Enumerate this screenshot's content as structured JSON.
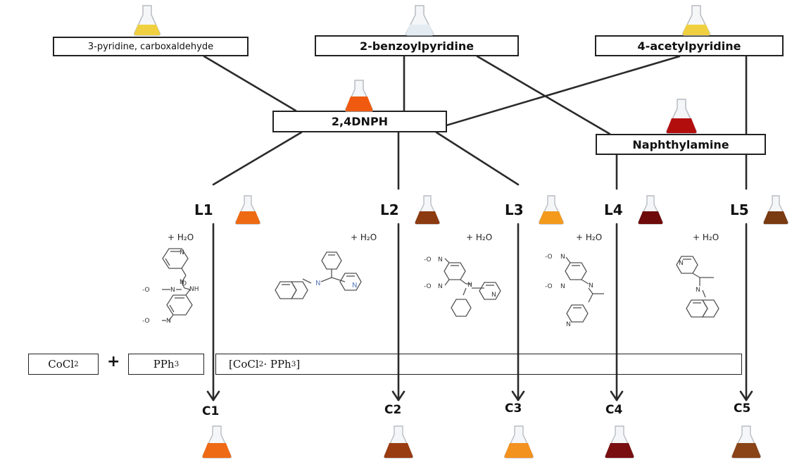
{
  "colors": {
    "line": "#2a2a2a",
    "yellow": "#f0d040",
    "clear": "#e4ecf2",
    "orange_red": "#f05a10",
    "dark_red": "#b30e0e",
    "L1_orange": "#ee6a12",
    "L2_brown": "#8c3a10",
    "L3_orange": "#f39a1c",
    "L4_maroon": "#6e0a0a",
    "L5_brown": "#7a3a12",
    "C1_orange": "#ef6a14",
    "C2_brown": "#9a3c12",
    "C3_orange": "#f3921e",
    "C4_maroon": "#7a0f12",
    "C5_brown": "#8a4418"
  },
  "reagents": {
    "r1": "3-pyridine, carboxaldehyde",
    "r2": "2-benzoylpyridine",
    "r3": "4-acetylpyridine",
    "dnph": "2,4DNPH",
    "naph": "Naphthylamine"
  },
  "ligands": [
    "L1",
    "L2",
    "L3",
    "L4",
    "L5"
  ],
  "complexes": [
    "C1",
    "C2",
    "C3",
    "C4",
    "C5"
  ],
  "water": "+ H₂O",
  "cobalt": {
    "cocl2": "CoCl",
    "cocl2_sub": "2",
    "plus": "+",
    "pph3": "PPh",
    "pph3_sub": "3",
    "complex_a": "[CoCl",
    "complex_sub1": "2",
    "complex_b": " · PPh",
    "complex_sub2": "3",
    "complex_c": "]"
  },
  "structures": {
    "pyridine_n": "N",
    "imine_n": "N",
    "nh": "NH",
    "nitro_o": "O",
    "nitro_n": "N",
    "minus_o": "-O"
  }
}
